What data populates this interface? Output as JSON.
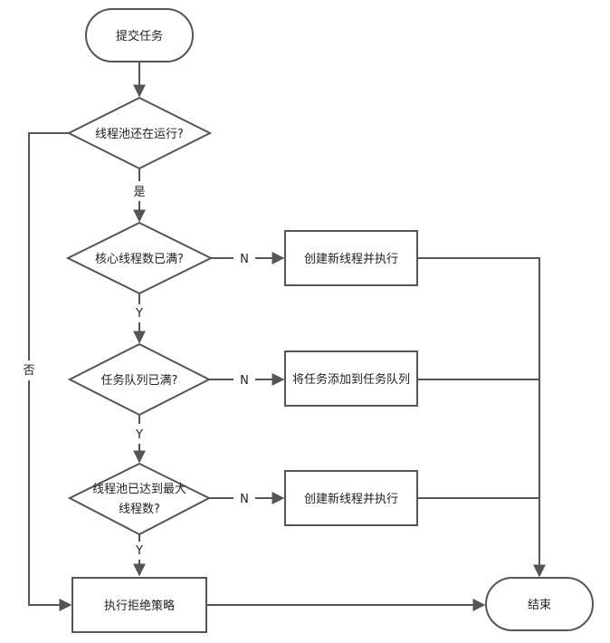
{
  "nodes": {
    "start": "提交任务",
    "d1": "线程池还在运行?",
    "d2": "核心线程数已满?",
    "d3": "任务队列已满?",
    "d4_line1": "线程池已达到最大",
    "d4_line2": "线程数?",
    "p1": "创建新线程并执行",
    "p2": "将任务添加到任务队列",
    "p3": "创建新线程并执行",
    "reject": "执行拒绝策略",
    "end": "结束"
  },
  "labels": {
    "yes_d1": "是",
    "no_d1": "否",
    "y_d2": "Y",
    "n_d2": "N",
    "y_d3": "Y",
    "n_d3": "N",
    "y_d4": "Y",
    "n_d4": "N"
  },
  "colors": {
    "stroke": "#555555",
    "fill": "#ffffff",
    "text": "#222222"
  }
}
